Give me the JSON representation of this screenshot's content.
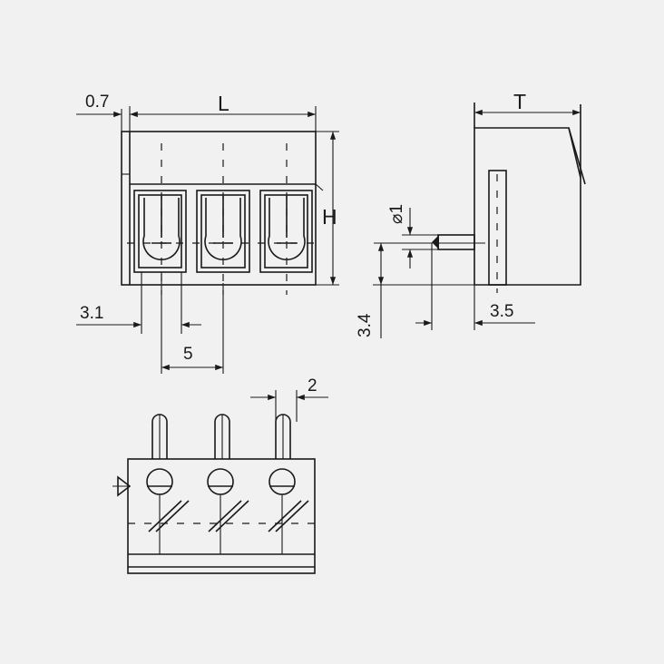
{
  "front_view": {
    "dim_top_left": "0.7",
    "dim_length": "L",
    "dim_height": "H",
    "dim_edge": "3.1",
    "dim_pitch": "5"
  },
  "side_view": {
    "dim_thickness": "T",
    "dim_pin_dia": "⌀1",
    "dim_pin_height": "3.4",
    "dim_pin_offset": "3.5"
  },
  "bottom_view": {
    "dim_pin_width": "2"
  }
}
